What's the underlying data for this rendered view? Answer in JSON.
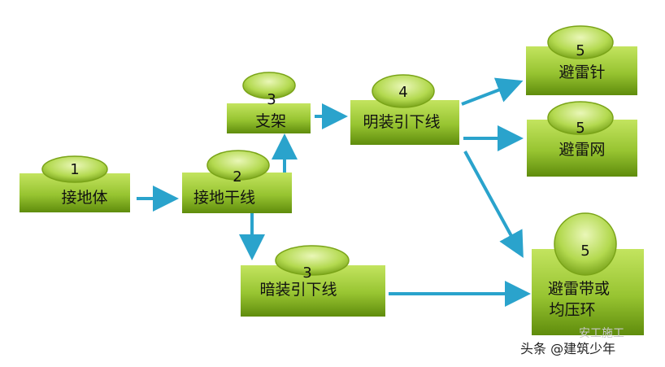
{
  "nodes": {
    "n1": {
      "num": "1",
      "label": "接地体"
    },
    "n2": {
      "num": "2",
      "label": "接地干线"
    },
    "n3a": {
      "num": "3",
      "label": "支架"
    },
    "n4": {
      "num": "4",
      "label": "明装引下线"
    },
    "n3b": {
      "num": "3",
      "label": "暗装引下线"
    },
    "n5a": {
      "num": "5",
      "label": "避雷针"
    },
    "n5b": {
      "num": "5",
      "label": "避雷网"
    },
    "n5c": {
      "num": "5",
      "label_line1": "避雷带或",
      "label_line2": "均压环"
    }
  },
  "watermark": {
    "text": "头条 @建筑少年",
    "faint": "安工施工"
  },
  "colors": {
    "box_light": "#b6d957",
    "box_dark": "#6d9a10",
    "arrow": "#2aa3cc"
  }
}
